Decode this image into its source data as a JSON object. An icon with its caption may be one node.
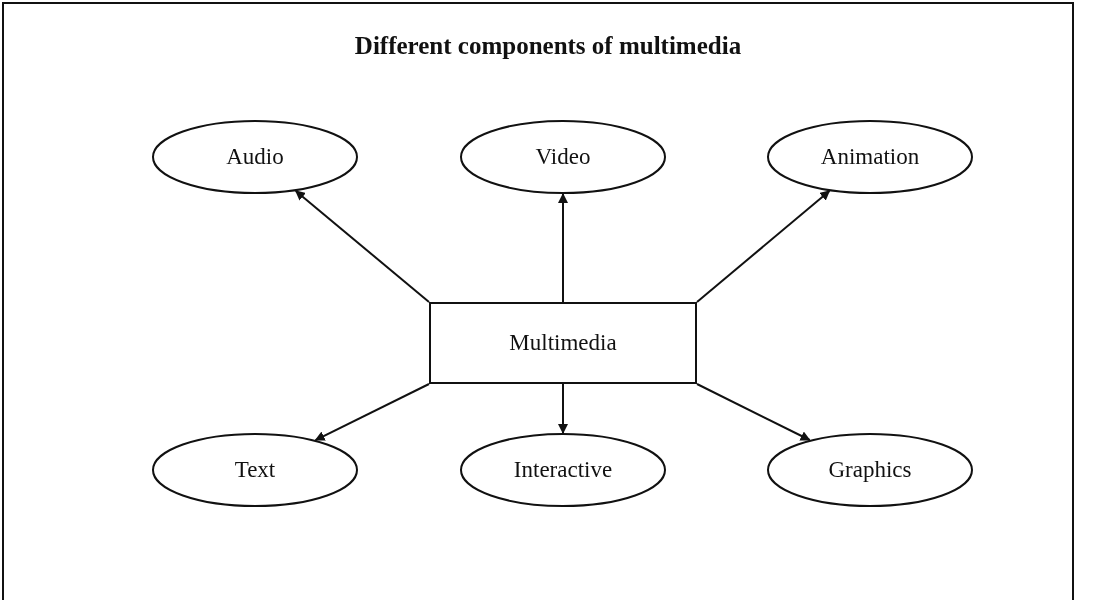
{
  "diagram": {
    "title": "Different components of multimedia",
    "nodes": [
      {
        "text": [
          "Audio"
        ]
      },
      {
        "text": [
          "Video"
        ]
      },
      {
        "text": [
          "Animation"
        ]
      },
      {
        "text": [
          "Multimedia"
        ]
      },
      {
        "text": [
          "Text"
        ]
      },
      {
        "text": [
          "Interactive"
        ]
      },
      {
        "text": [
          "Graphics"
        ]
      }
    ],
    "edges": [
      {
        "from": 3,
        "to": 0,
        "arrow": "to"
      },
      {
        "from": 3,
        "to": 1,
        "arrow": "to"
      },
      {
        "from": 3,
        "to": 2,
        "arrow": "to"
      },
      {
        "from": 3,
        "to": 4,
        "arrow": "to"
      },
      {
        "from": 3,
        "to": 5,
        "arrow": "to"
      },
      {
        "from": 3,
        "to": 6,
        "arrow": "to"
      }
    ]
  }
}
